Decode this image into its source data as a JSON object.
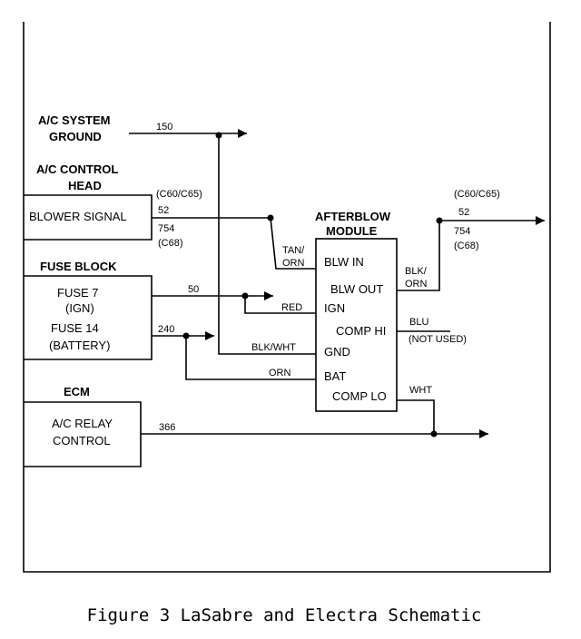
{
  "labels": {
    "ac_system_ground": [
      "A/C SYSTEM",
      "GROUND"
    ],
    "ac_control_head": [
      "A/C CONTROL",
      "HEAD"
    ],
    "blower_signal": "BLOWER SIGNAL",
    "fuse_block": "FUSE BLOCK",
    "fuse7": [
      "FUSE 7",
      "(IGN)"
    ],
    "fuse14": [
      "FUSE 14",
      "(BATTERY)"
    ],
    "ecm": "ECM",
    "ac_relay_control": [
      "A/C RELAY",
      "CONTROL"
    ],
    "afterblow_module": [
      "AFTERBLOW",
      "MODULE"
    ]
  },
  "pins": {
    "blw_in": "BLW IN",
    "blw_out": "BLW OUT",
    "ign": "IGN",
    "comp_hi": "COMP HI",
    "gnd": "GND",
    "bat": "BAT",
    "comp_lo": "COMP LO"
  },
  "wires": {
    "w150": "150",
    "w52_left": "52",
    "w754_left": "754",
    "c68_left": "(C68)",
    "c60_left": "(C60/C65)",
    "w50": "50",
    "w240": "240",
    "w366": "366",
    "c60_right": "(C60/C65)",
    "w52_right": "52",
    "w754_right": "754",
    "c68_right": "(C68)"
  },
  "colors": {
    "tan_orn": [
      "TAN/",
      "ORN"
    ],
    "red": "RED",
    "blk_wht": "BLK/WHT",
    "orn": "ORN",
    "blk_orn": [
      "BLK/",
      "ORN"
    ],
    "blu": "BLU",
    "not_used": "(NOT USED)",
    "wht": "WHT"
  },
  "caption": "Figure 3 LaSabre and Electra Schematic"
}
